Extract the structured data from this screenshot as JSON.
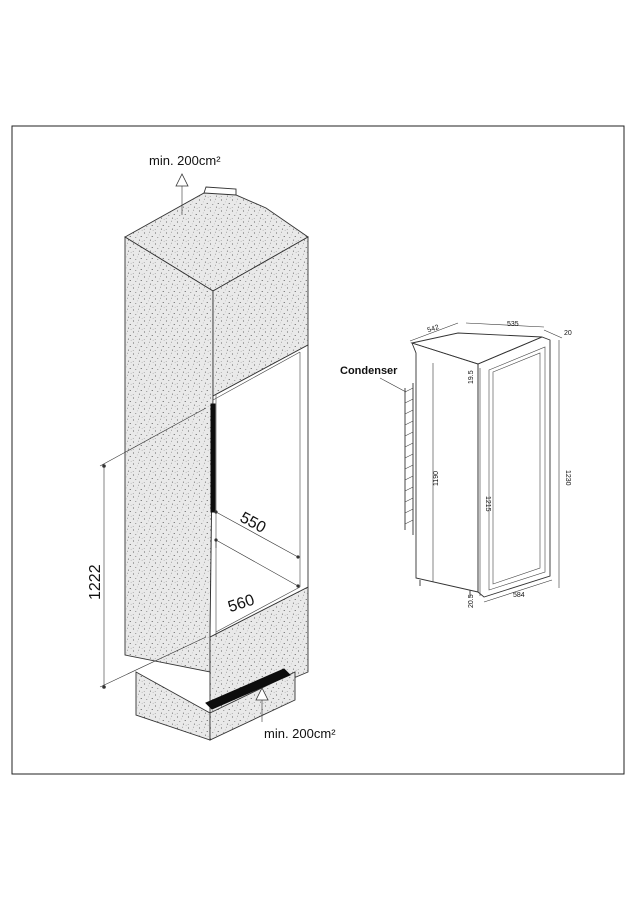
{
  "niche": {
    "vent_top": "min. 200cm²",
    "vent_bottom": "min. 200cm²",
    "depth": "550",
    "width": "560",
    "height": "1222"
  },
  "appliance": {
    "condenser_label": "Condenser",
    "depth_body": "542",
    "width_top": "535",
    "door_offset": "20",
    "total_height": "1230",
    "body_height": "1190",
    "door_height": "1215",
    "top_gap": "19.5",
    "bottom_gap": "20.5",
    "bottom_width": "584"
  }
}
